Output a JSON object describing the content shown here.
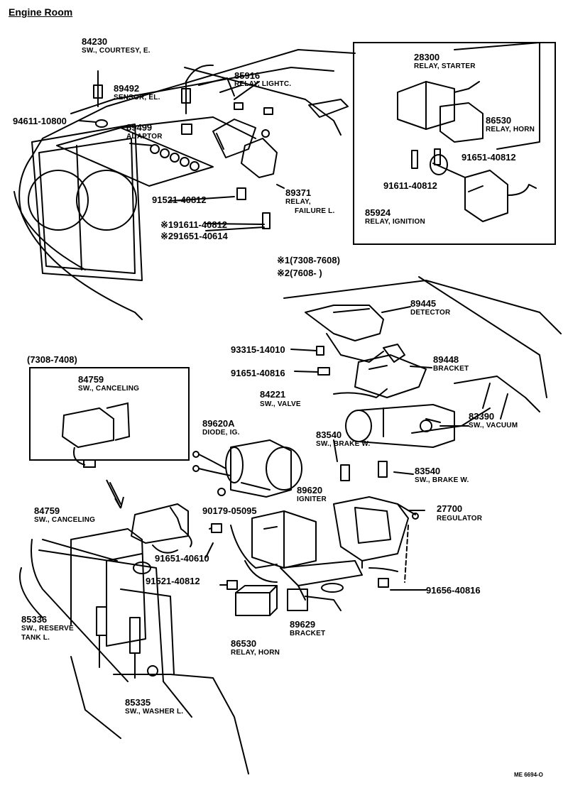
{
  "title": "Engine Room",
  "notes": {
    "note1": "※1(7308-7608)",
    "note2": "※2(7608-       )"
  },
  "inset_label": "(7308-7408)",
  "parts": {
    "p84230": {
      "number": "84230",
      "desc": "SW., COURTESY, E."
    },
    "p89492": {
      "number": "89492",
      "desc": "SENSOR, EL."
    },
    "p85916": {
      "number": "85916",
      "desc": "RELAY, LIGHTC."
    },
    "p94611": {
      "number": "94611-10800"
    },
    "p89499": {
      "number": "89499",
      "desc": "ADAPTOR"
    },
    "p91521a": {
      "number": "91521-40812"
    },
    "p89371": {
      "number": "89371",
      "desc1": "RELAY,",
      "desc2": "FAILURE L."
    },
    "p91611a": {
      "number": "※191611-40812"
    },
    "p91651a": {
      "number": "※291651-40614"
    },
    "p28300": {
      "number": "28300",
      "desc": "RELAY, STARTER"
    },
    "p86530a": {
      "number": "86530",
      "desc": "RELAY, HORN"
    },
    "p91651b": {
      "number": "91651-40812"
    },
    "p91611b": {
      "number": "91611-40812"
    },
    "p85924": {
      "number": "85924",
      "desc": "RELAY, IGNITION"
    },
    "p89445": {
      "number": "89445",
      "desc": "DETECTOR"
    },
    "p93315": {
      "number": "93315-14010"
    },
    "p89448": {
      "number": "89448",
      "desc": "BRACKET"
    },
    "p91651c": {
      "number": "91651-40816"
    },
    "p84221": {
      "number": "84221",
      "desc": "SW., VALVE"
    },
    "p83390": {
      "number": "83390",
      "desc": "SW., VACUUM"
    },
    "p84759a": {
      "number": "84759",
      "desc": "SW., CANCELING"
    },
    "p89620A": {
      "number": "89620A",
      "desc": "DIODE, IG."
    },
    "p83540a": {
      "number": "83540",
      "desc": "SW., BRAKE W."
    },
    "p83540b": {
      "number": "83540",
      "desc": "SW., BRAKE W."
    },
    "p84759b": {
      "number": "84759",
      "desc": "SW., CANCELING"
    },
    "p90179": {
      "number": "90179-05095"
    },
    "p89620": {
      "number": "89620",
      "desc": "IGNITER"
    },
    "p27700": {
      "number": "27700",
      "desc": "REGULATOR"
    },
    "p91651d": {
      "number": "91651-40610"
    },
    "p91521b": {
      "number": "91521-40812"
    },
    "p91656": {
      "number": "91656-40816"
    },
    "p85336": {
      "number": "85336",
      "desc1": "SW., RESERVE",
      "desc2": "TANK L."
    },
    "p86530b": {
      "number": "86530",
      "desc": "RELAY, HORN"
    },
    "p89629": {
      "number": "89629",
      "desc": "BRACKET"
    },
    "p85335": {
      "number": "85335",
      "desc": "SW., WASHER L."
    }
  },
  "footer_code": "ME 6694-O"
}
